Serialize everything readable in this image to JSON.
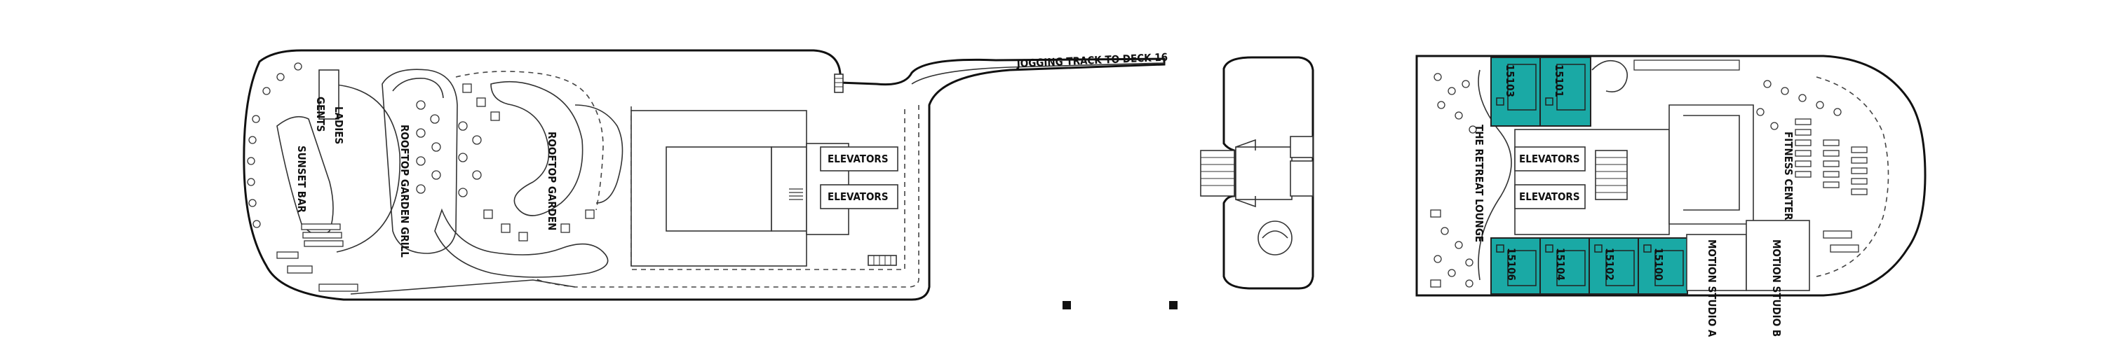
{
  "labels": {
    "jogging_track": "JOGGING TRACK TO DECK 16",
    "ladies": "LADIES",
    "gents": "GENTS",
    "sunset_bar": "SUNSET BAR",
    "rooftop_garden_grill": "ROOFTOP GARDEN GRILL",
    "rooftop_garden": "ROOFTOP GARDEN",
    "elevators_aft_1": "ELEVATORS",
    "elevators_aft_2": "ELEVATORS",
    "retreat_lounge": "THE RETREAT LOUNGE",
    "elevators_fwd_1": "ELEVATORS",
    "elevators_fwd_2": "ELEVATORS",
    "motion_studio_a": "MOTION STUDIO A",
    "motion_studio_b": "MOTION STUDIO B",
    "fitness_center": "FITNESS CENTER"
  },
  "cabins": {
    "c15103": "15103",
    "c15101": "15101",
    "c15106": "15106",
    "c15104": "15104",
    "c15102": "15102",
    "c15100": "15100"
  },
  "colors": {
    "cabin_fill": "#1aa9a5",
    "hull_stroke": "#111111"
  }
}
